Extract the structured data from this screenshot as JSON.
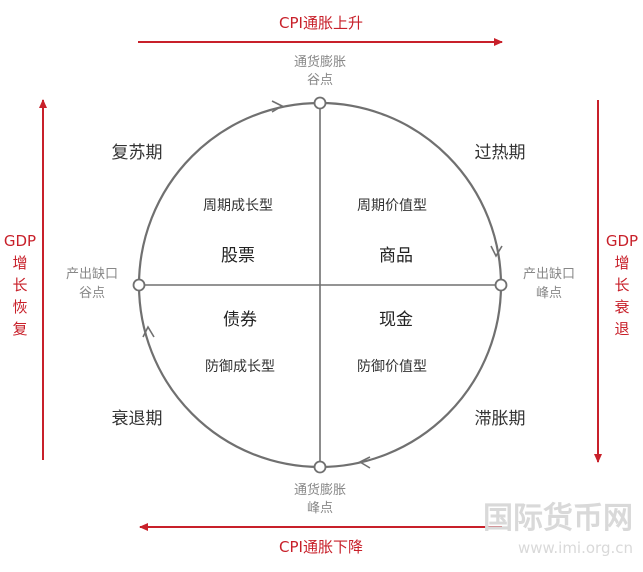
{
  "axes": {
    "top_label": "CPI通胀上升",
    "bottom_label": "CPI通胀下降",
    "left_label_lines": [
      "GDP",
      "增",
      "长",
      "恢",
      "复"
    ],
    "right_label_lines": [
      "GDP",
      "增",
      "长",
      "衰",
      "退"
    ],
    "color": "#c8202a"
  },
  "phases": {
    "top_left": "复苏期",
    "top_right": "过热期",
    "bottom_left": "衰退期",
    "bottom_right": "滞胀期"
  },
  "quadrants": {
    "top_left": {
      "style": "周期成长型",
      "asset": "股票"
    },
    "top_right": {
      "style": "周期价值型",
      "asset": "商品"
    },
    "bottom_left": {
      "style": "防御成长型",
      "asset": "债券"
    },
    "bottom_right": {
      "style": "防御价值型",
      "asset": "现金"
    }
  },
  "nodes": {
    "top": [
      "通货膨胀",
      "谷点"
    ],
    "bottom": [
      "通货膨胀",
      "峰点"
    ],
    "left": [
      "产出缺口",
      "谷点"
    ],
    "right": [
      "产出缺口",
      "峰点"
    ]
  },
  "watermark": {
    "main": "国际货币网",
    "url": "www.imi.org.cn"
  },
  "colors": {
    "circle": "#707070",
    "accent": "#c8202a"
  }
}
